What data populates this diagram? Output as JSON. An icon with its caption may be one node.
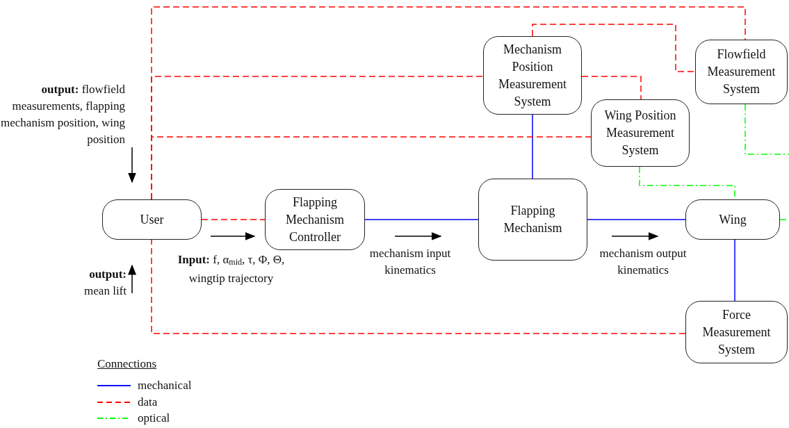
{
  "diagram": {
    "nodes": [
      {
        "text": [
          "User"
        ]
      },
      {
        "text": [
          "Flapping Mechanism Controller"
        ]
      },
      {
        "text": [
          "Flapping Mechanism"
        ]
      },
      {
        "text": [
          "Wing"
        ]
      },
      {
        "text": [
          "Mechanism Position Measurement System"
        ]
      },
      {
        "text": [
          "Wing Position Measurement System"
        ]
      },
      {
        "text": [
          "Flowfield Measurement System"
        ]
      },
      {
        "text": [
          "Force Measurement System"
        ]
      }
    ],
    "edges": [
      {
        "from": 0,
        "to": 1,
        "arrow": "none",
        "style": "dashed"
      },
      {
        "from": 1,
        "to": 2,
        "arrow": "none",
        "color": "#0000ff"
      },
      {
        "from": 2,
        "to": 4,
        "arrow": "none",
        "color": "#0000ff"
      },
      {
        "from": 2,
        "to": 3,
        "arrow": "none",
        "color": "#0000ff"
      },
      {
        "from": 3,
        "to": 7,
        "arrow": "none",
        "color": "#0000ff"
      },
      {
        "from": 7,
        "to": 0,
        "arrow": "none",
        "style": "dashed"
      },
      {
        "from": 0,
        "to": 6,
        "arrow": "none",
        "style": "dashed"
      },
      {
        "from": 0,
        "to": 4,
        "arrow": "none",
        "style": "dashed"
      },
      {
        "from": 0,
        "to": 5,
        "arrow": "none",
        "style": "dashed"
      },
      {
        "from": 4,
        "to": 5,
        "arrow": "none",
        "style": "dashed"
      },
      {
        "from": 4,
        "to": 6,
        "arrow": "none",
        "style": "dashed"
      },
      {
        "from": 5,
        "to": 3,
        "arrow": "none",
        "style": "dashed",
        "color": "#00ff00"
      },
      {
        "from": 6,
        "to": null,
        "arrow": "none",
        "style": "dashed",
        "color": "#00ff00"
      },
      {
        "from": 3,
        "to": null,
        "arrow": "none",
        "style": "dashed",
        "color": "#00ff00"
      }
    ],
    "labels": [
      "**output:** flowfield measurements, flapping mechanism position, wing position",
      "**Input:** f, α$_{mid}$, τ, Φ, Θ, wingtip trajectory",
      "mechanism input kinematics",
      "mechanism output kinematics",
      "**output:** mean lift",
      "Connections"
    ],
    "legend": [
      {
        "text": "mechanical",
        "color": "#0000ff"
      },
      {
        "text": "data",
        "color": "#ff0000"
      },
      {
        "text": "optical",
        "color": "#00ff00"
      }
    ]
  }
}
